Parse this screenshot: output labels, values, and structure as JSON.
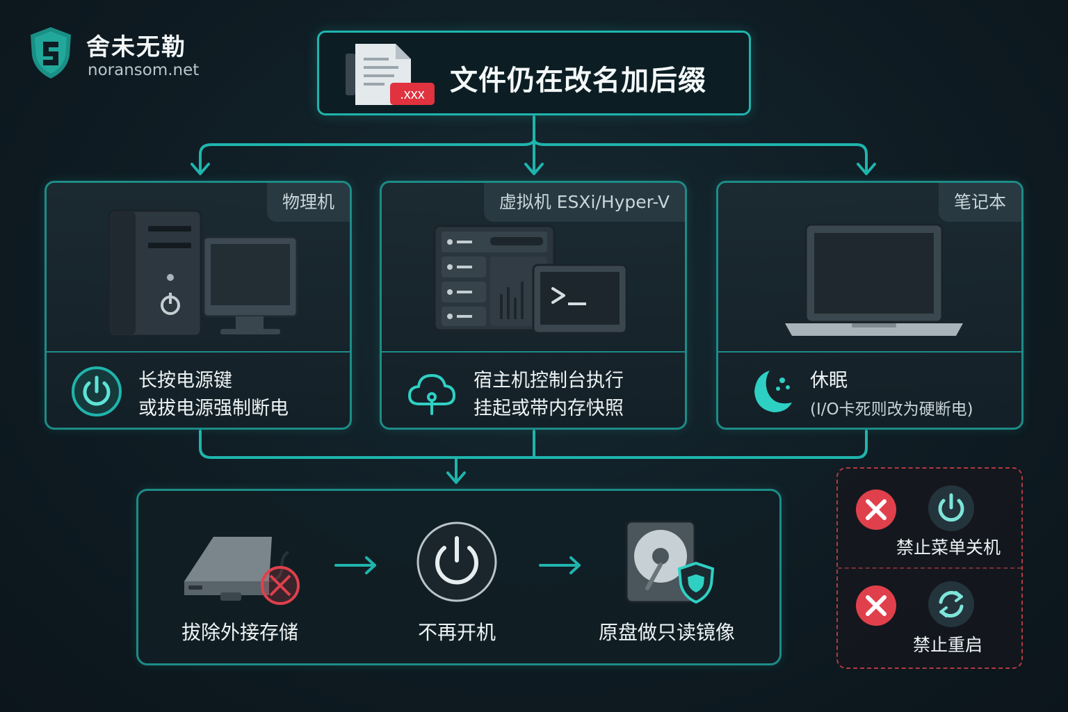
{
  "logo": {
    "name": "舍未无勒",
    "url": "noransom.net"
  },
  "header": {
    "title": "文件仍在改名加后缀",
    "badge": ".xxx"
  },
  "panels": [
    {
      "tag": "物理机",
      "line1": "长按电源键",
      "line2": "或拔电源强制断电",
      "icon": "power-icon"
    },
    {
      "tag": "虚拟机  ESXi/Hyper-V",
      "line1": "宿主机控制台执行",
      "line2": "挂起或带内存快照",
      "icon": "cloud-icon"
    },
    {
      "tag": "笔记本",
      "line1": "休眠",
      "line2": "(I/O卡死则改为硬断电)",
      "icon": "moon-icon"
    }
  ],
  "steps": [
    {
      "label": "拔除外接存储",
      "icon": "external-drive-icon"
    },
    {
      "label": "不再开机",
      "icon": "power-icon"
    },
    {
      "label": "原盘做只读镜像",
      "icon": "hard-disk-shield-icon"
    }
  ],
  "prohibitions": [
    {
      "label": "禁止菜单关机",
      "icon": "power-icon"
    },
    {
      "label": "禁止重启",
      "icon": "restart-icon"
    }
  ],
  "colors": {
    "accent": "#1fb5ad",
    "danger": "#e0404c",
    "background": "#0f1c23"
  }
}
